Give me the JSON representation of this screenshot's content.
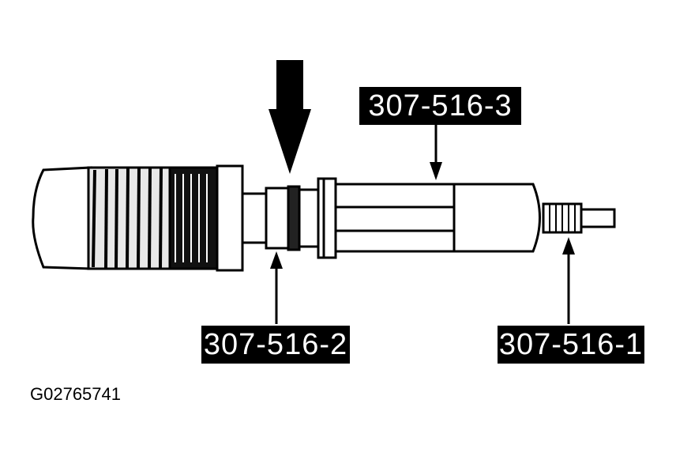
{
  "callouts": {
    "tool_3": "307-516-3",
    "tool_2": "307-516-2",
    "tool_1": "307-516-1"
  },
  "figure_id": "G02765741"
}
